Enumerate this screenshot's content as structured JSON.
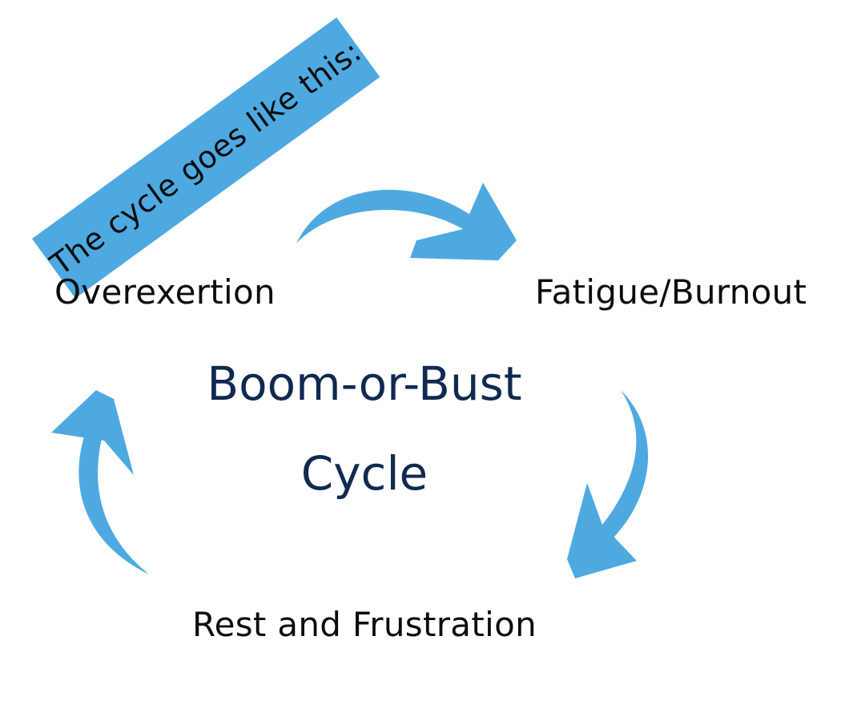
{
  "banner": {
    "text": "The cycle goes like this:"
  },
  "nodes": {
    "overexertion": "Overexertion",
    "fatigue": "Fatigue/Burnout",
    "rest": "Rest and Frustration"
  },
  "center": {
    "line1": "Boom-or-Bust",
    "line2": "Cycle"
  },
  "colors": {
    "accent": "#4ea9e1",
    "title": "#10294f",
    "text": "#0c0c0c"
  }
}
